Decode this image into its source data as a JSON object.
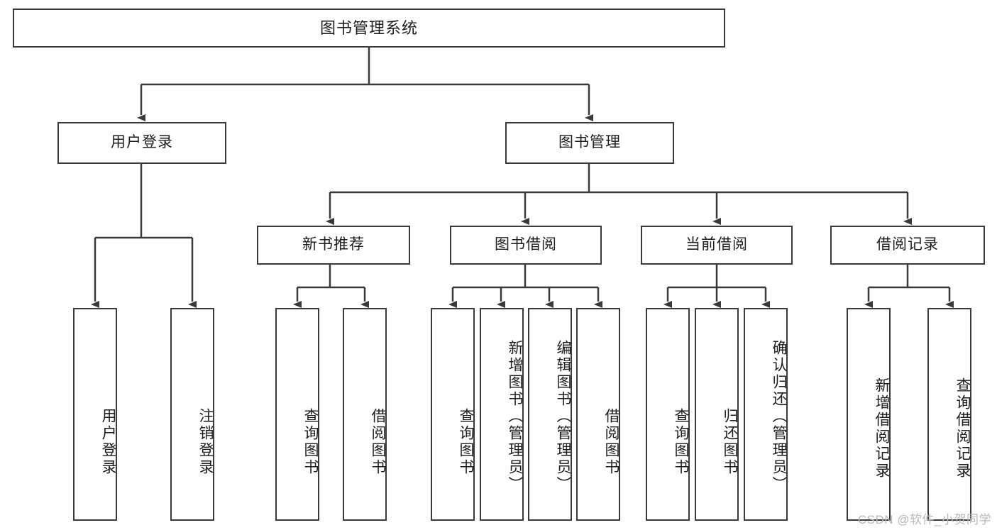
{
  "diagram": {
    "type": "tree-hierarchy-diagram",
    "title": "图书管理系统",
    "colors": {
      "box_border": "#3a3a3a",
      "box_fill": "#ffffff",
      "edge": "#3a3a3a",
      "text": "#1d1d1d",
      "background": "#ffffff",
      "watermark": "#b9b9b9"
    },
    "watermark": "CSDN @软件_小贺同学",
    "nodes": {
      "root": {
        "label": "图书管理系统"
      },
      "level2": [
        {
          "label": "用户登录"
        },
        {
          "label": "图书管理"
        }
      ],
      "level3": [
        {
          "label": "新书推荐"
        },
        {
          "label": "图书借阅"
        },
        {
          "label": "当前借阅"
        },
        {
          "label": "借阅记录"
        }
      ],
      "leaves": {
        "user_login": [
          {
            "label": "用户登录"
          },
          {
            "label": "注销登录"
          }
        ],
        "new_book_recommend": [
          {
            "label": "查询图书"
          },
          {
            "label": "借阅图书"
          }
        ],
        "book_borrow": [
          {
            "label": "查询图书"
          },
          {
            "label": "新增图书（管理员）"
          },
          {
            "label": "编辑图书（管理员）"
          },
          {
            "label": "借阅图书"
          }
        ],
        "current_borrow": [
          {
            "label": "查询图书"
          },
          {
            "label": "归还图书"
          },
          {
            "label": "确认归还（管理员）"
          }
        ],
        "borrow_record": [
          {
            "label": "新增借阅记录"
          },
          {
            "label": "查询借阅记录"
          }
        ]
      }
    }
  }
}
